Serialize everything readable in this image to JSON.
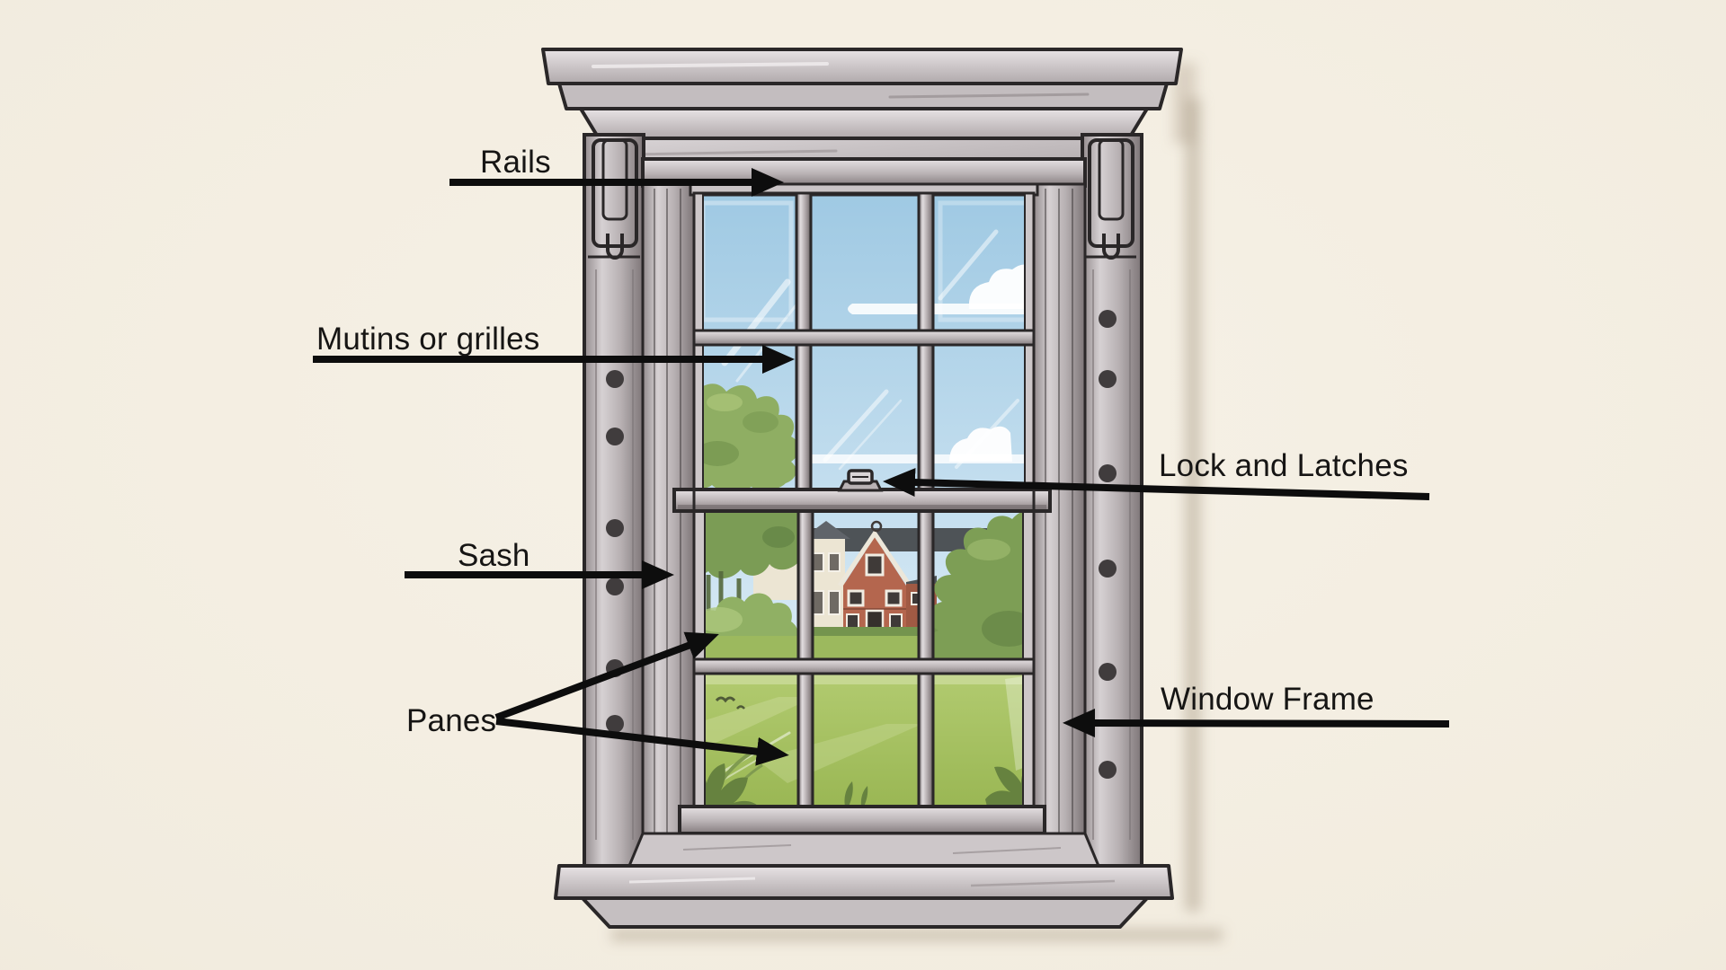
{
  "diagram": {
    "labels": {
      "rails": "Rails",
      "mutins": "Mutins or grilles",
      "lock": "Lock and Latches",
      "sash": "Sash",
      "panes": "Panes",
      "window_frame": "Window Frame"
    },
    "colors": {
      "background": "#f2ecdf",
      "outline": "#2a2728",
      "frame_gray": "#b6afb1",
      "frame_light": "#d9d4d6",
      "sky": "#a5cde6",
      "foliage": "#85a75c",
      "lawn": "#a6c165",
      "brick": "#b4664e",
      "arrow_black": "#0d0d0d"
    }
  }
}
